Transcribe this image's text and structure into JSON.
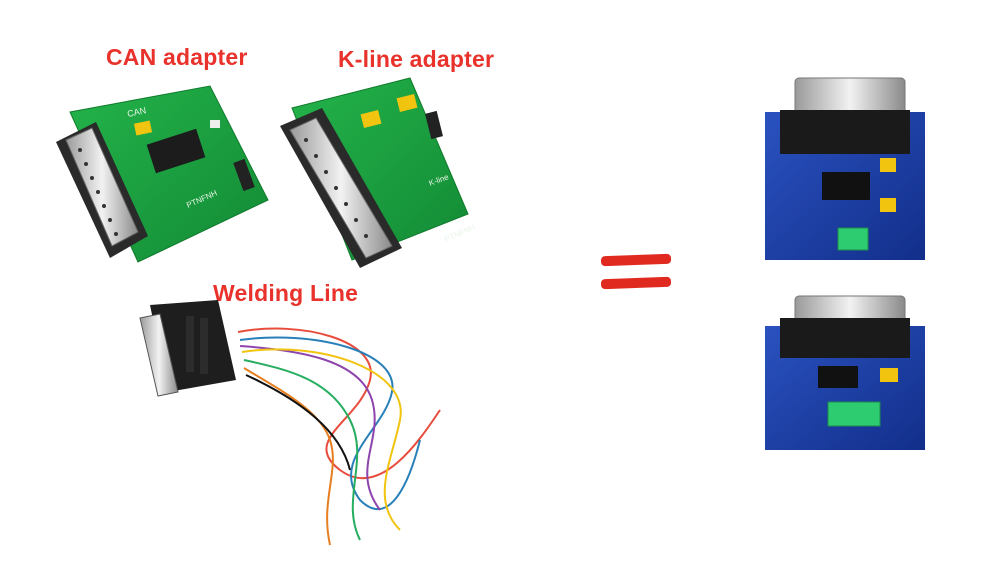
{
  "labels": {
    "can": "CAN adapter",
    "kline": "K-line adapter",
    "welding": "Welding Line"
  },
  "boards": {
    "can_silk": "CAN",
    "can_brand": "PTNFNH",
    "kline_silk": "K-line",
    "kline_brand": "PTNFNH"
  },
  "colors": {
    "label_red": "#e8322b",
    "green_pcb": "#19a23f",
    "blue_pcb": "#1a3fa8",
    "equals": "#e0291f"
  }
}
